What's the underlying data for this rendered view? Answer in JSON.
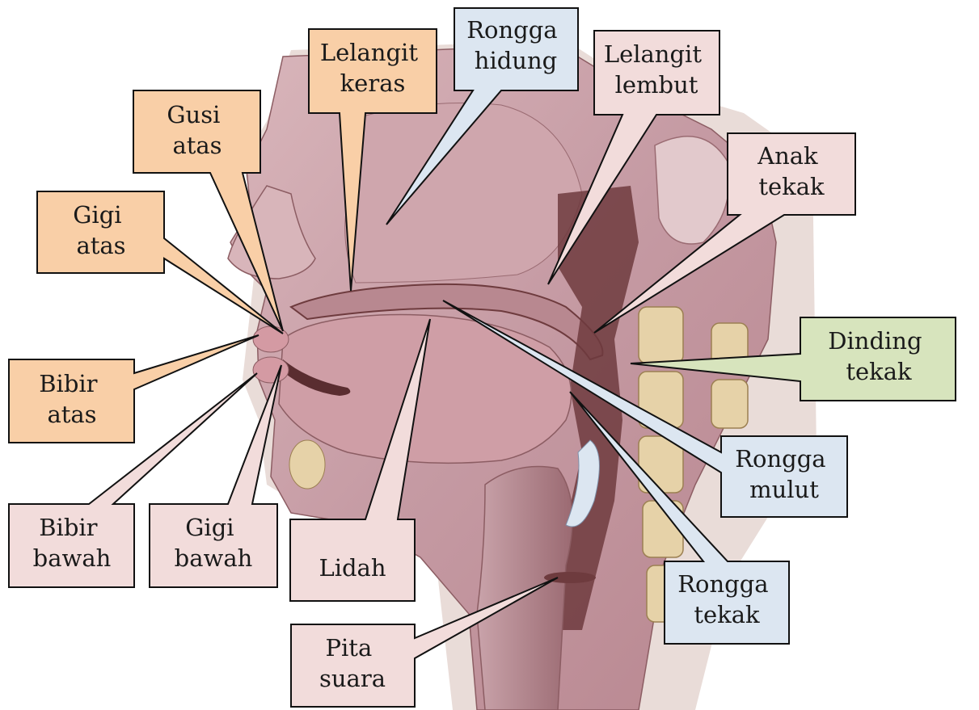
{
  "colors": {
    "articulator_fill": "#f9cfa7",
    "cavity_fill": "#dce6f1",
    "passive_fill": "#f2dcdb",
    "wall_fill": "#d7e4bd",
    "tissue_base": "#c99aa4",
    "tissue_dark": "#6e3b3e",
    "bone": "#e6d2a8",
    "page": "#ffffff"
  },
  "image": {
    "subject": "sagittal-section-of-human-head-speech-organs"
  },
  "labels": {
    "lelangit_keras": [
      "Lelangit",
      "keras"
    ],
    "rongga_hidung": [
      "Rongga",
      "hidung"
    ],
    "lelangit_lembut": [
      "Lelangit",
      "lembut"
    ],
    "gusi_atas": [
      "Gusi",
      "atas"
    ],
    "anak_tekak": [
      "Anak",
      "tekak"
    ],
    "gigi_atas": [
      "Gigi",
      "atas"
    ],
    "dinding_tekak": [
      "Dinding",
      "tekak"
    ],
    "bibir_atas": [
      "Bibir",
      "atas"
    ],
    "rongga_mulut": [
      "Rongga",
      "mulut"
    ],
    "bibir_bawah": [
      "Bibir",
      "bawah"
    ],
    "gigi_bawah": [
      "Gigi",
      "bawah"
    ],
    "lidah": [
      "Lidah"
    ],
    "rongga_tekak": [
      "Rongga",
      "tekak"
    ],
    "pita_suara": [
      "Pita",
      "suara"
    ]
  }
}
